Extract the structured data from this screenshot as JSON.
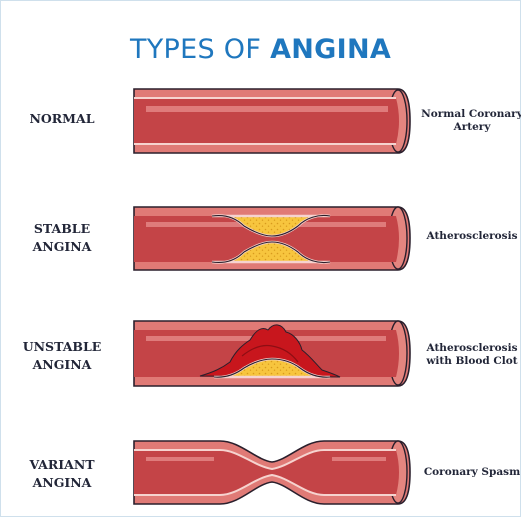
{
  "title": {
    "regular": "TYPES OF ",
    "bold": "ANGINA"
  },
  "rows": [
    {
      "label": "NORMAL",
      "description": "Normal Coronary Artery"
    },
    {
      "label": "STABLE ANGINA",
      "description": "Atherosclerosis"
    },
    {
      "label": "UNSTABLE ANGINA",
      "description": "Atherosclerosis with Blood Clot"
    },
    {
      "label": "VARIANT ANGINA",
      "description": "Coronary Spasm"
    }
  ],
  "colors": {
    "title": "#1f77be",
    "label_text": "#222638",
    "vessel_wall": "#e07a76",
    "vessel_lumen": "#c44447",
    "vessel_highlight": "#e88e8c",
    "vessel_outline": "#2a1f2c",
    "plaque": "#f7c53e",
    "plaque_dots": "#d99a1d",
    "clot": "#c8161d"
  }
}
